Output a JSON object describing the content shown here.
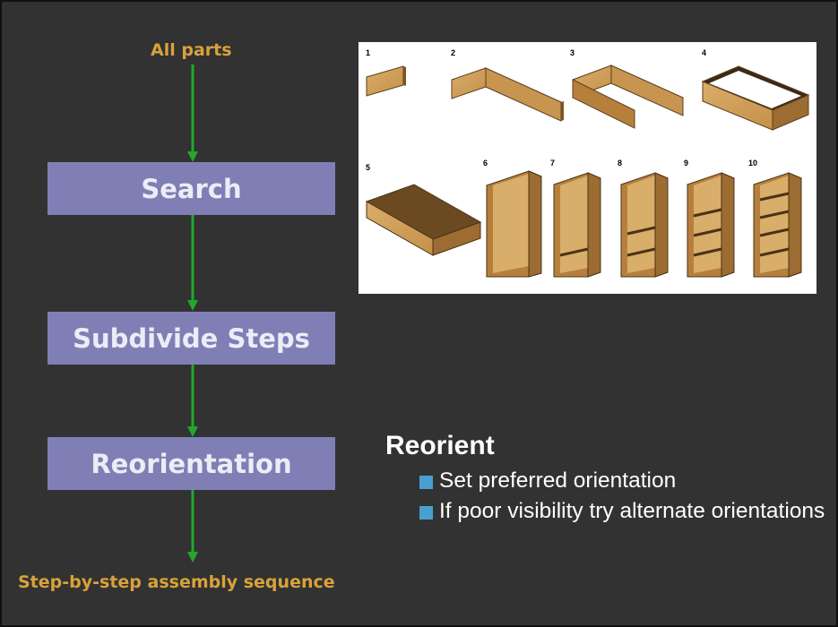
{
  "flow": {
    "start_label": "All parts",
    "end_label": "Step-by-step assembly sequence",
    "steps": [
      "Search",
      "Subdivide Steps",
      "Reorientation"
    ]
  },
  "figure": {
    "step_numbers": [
      "1",
      "2",
      "3",
      "4",
      "5",
      "6",
      "7",
      "8",
      "9",
      "10"
    ]
  },
  "reorient": {
    "heading": "Reorient",
    "bullets": [
      "Set preferred orientation",
      "If poor visibility try alternate orientations"
    ]
  },
  "colors": {
    "background": "#323232",
    "step_box": "#7f7fb6",
    "label_gold": "#d9a23a",
    "arrow_green": "#22a82a",
    "bullet_square": "#4a9fd0"
  }
}
